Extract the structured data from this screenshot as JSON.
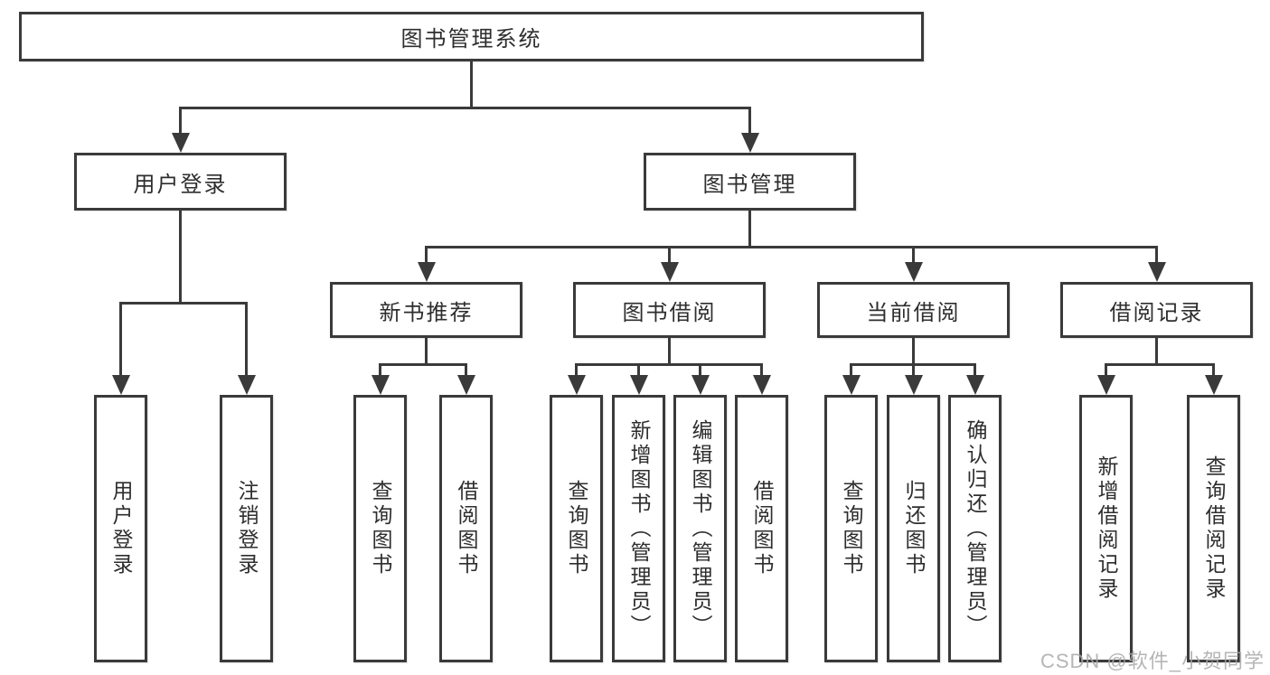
{
  "root": {
    "label": "图书管理系统"
  },
  "level2": {
    "user_login": "用户登录",
    "book_mgmt": "图书管理"
  },
  "level3": {
    "new_books": "新书推荐",
    "book_borrow": "图书借阅",
    "current_borrow": "当前借阅",
    "borrow_records": "借阅记录"
  },
  "leaves": {
    "user_login": [
      "用户登录",
      "注销登录"
    ],
    "new_books": [
      "查询图书",
      "借阅图书"
    ],
    "book_borrow": [
      "查询图书",
      "新增图书（管理员）",
      "编辑图书（管理员）",
      "借阅图书"
    ],
    "current_borrow": [
      "查询图书",
      "归还图书",
      "确认归还（管理员）"
    ],
    "borrow_records": [
      "新增借阅记录",
      "查询借阅记录"
    ]
  },
  "watermark": "CSDN @软件_小贺同学",
  "colors": {
    "line": "#3a3a3a",
    "text": "#2e2e2e",
    "watermark": "#a8a8a8",
    "background": "#ffffff"
  }
}
